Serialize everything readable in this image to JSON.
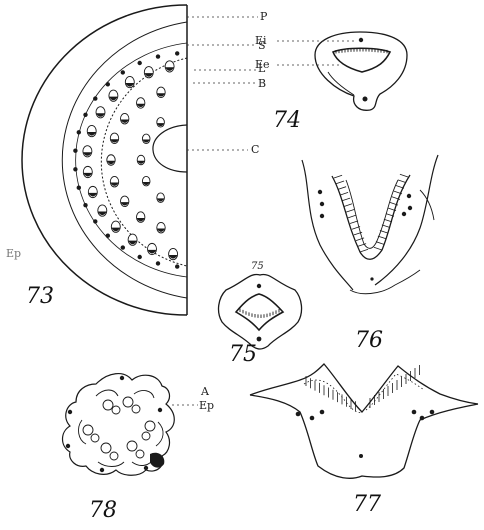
{
  "labels": {
    "P": "P",
    "S": "S",
    "L": "L",
    "B": "B",
    "C": "C",
    "Ep": "Ep",
    "A": "A",
    "Ep2": "Ep",
    "Ei": "Ei",
    "Ee": "Ee",
    "fig75_small": "75"
  },
  "figure_numbers": {
    "f73": "73",
    "f74": "74",
    "f75": "75",
    "f76": "76",
    "f77": "77",
    "f78": "78"
  },
  "colors": {
    "ink": "#1a1a1a",
    "paper": "#ffffff"
  }
}
